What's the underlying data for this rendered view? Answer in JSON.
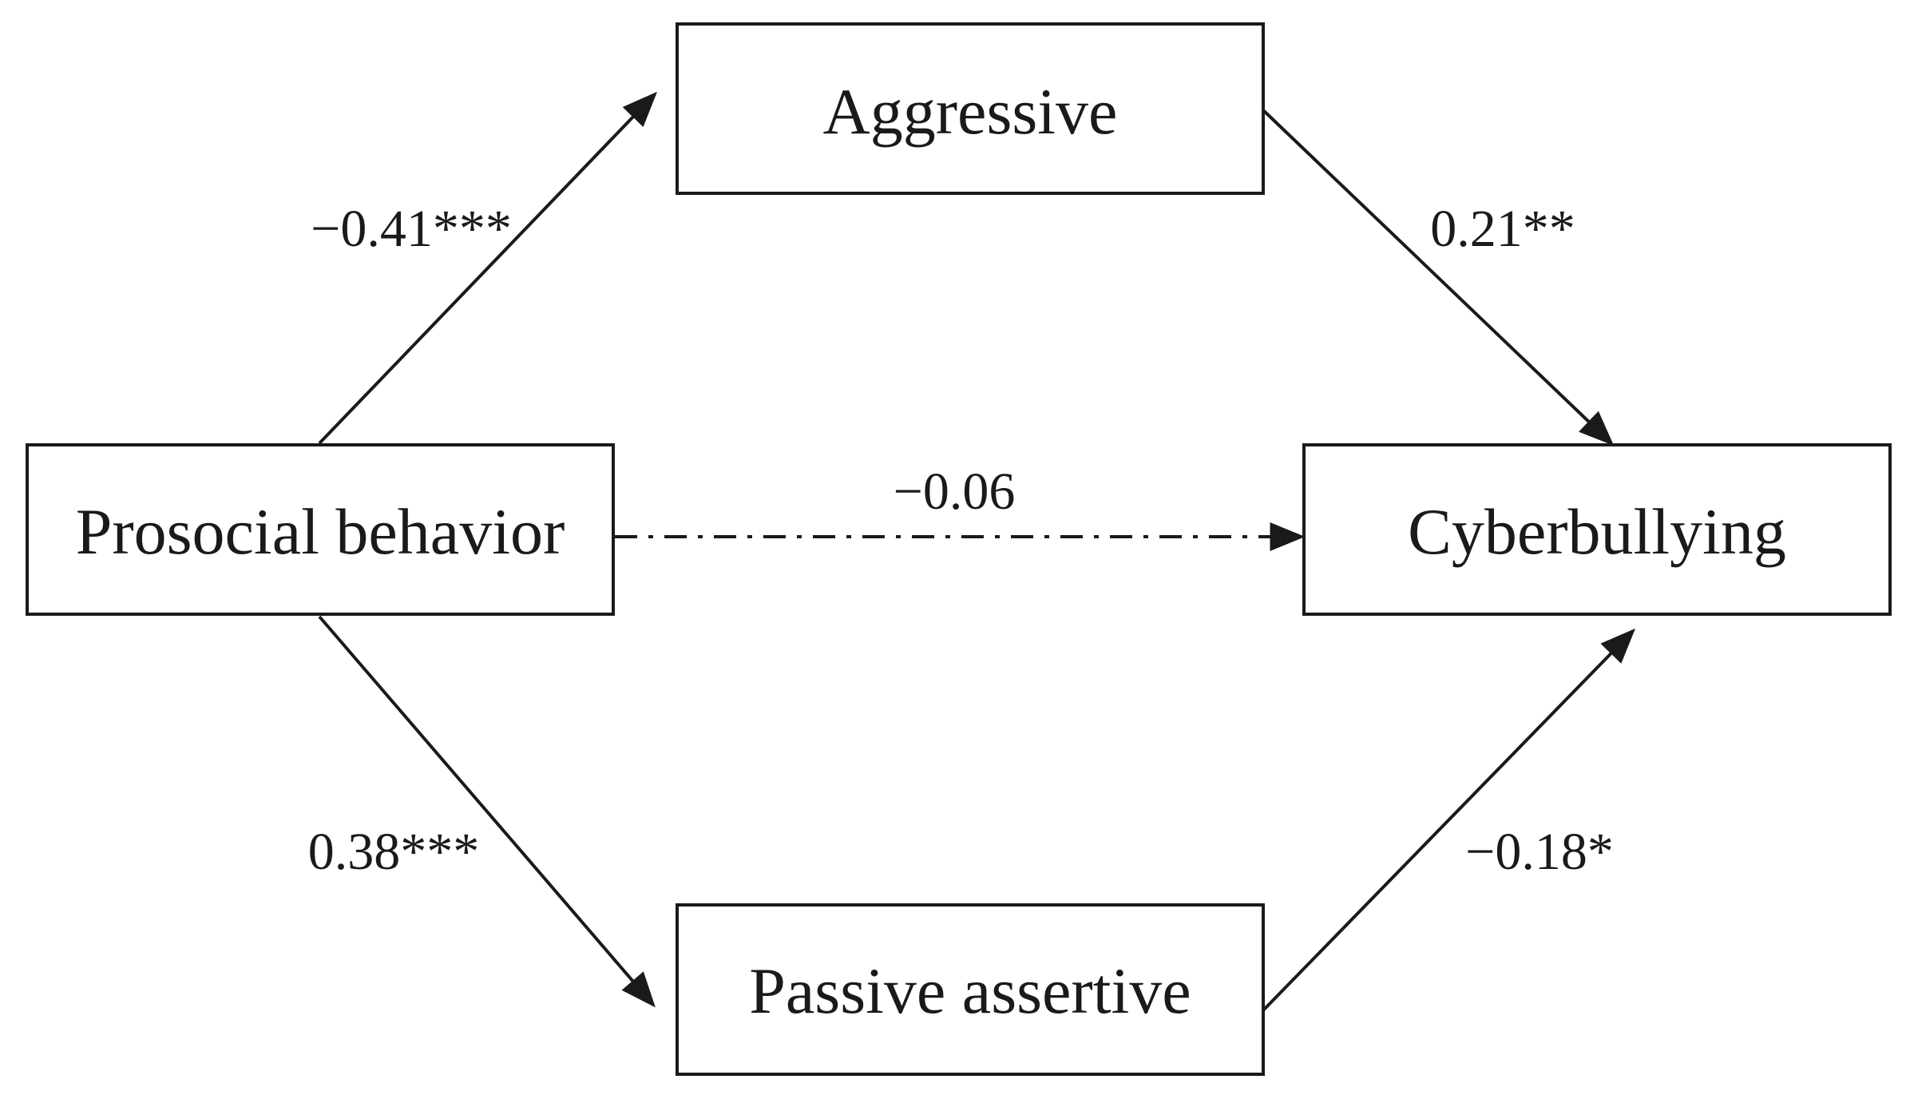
{
  "nodes": {
    "aggressive": "Aggressive",
    "prosocial": "Prosocial behavior",
    "cyberbullying": "Cyberbullying",
    "passive": "Passive assertive"
  },
  "edges": {
    "prosocial_to_aggressive": "−0.41***",
    "aggressive_to_cyberbullying": "0.21**",
    "prosocial_to_cyberbullying": "−0.06",
    "prosocial_to_passive": "0.38***",
    "passive_to_cyberbullying": "−0.18*"
  },
  "colors": {
    "ink": "#1a1a1a",
    "background": "#ffffff"
  }
}
